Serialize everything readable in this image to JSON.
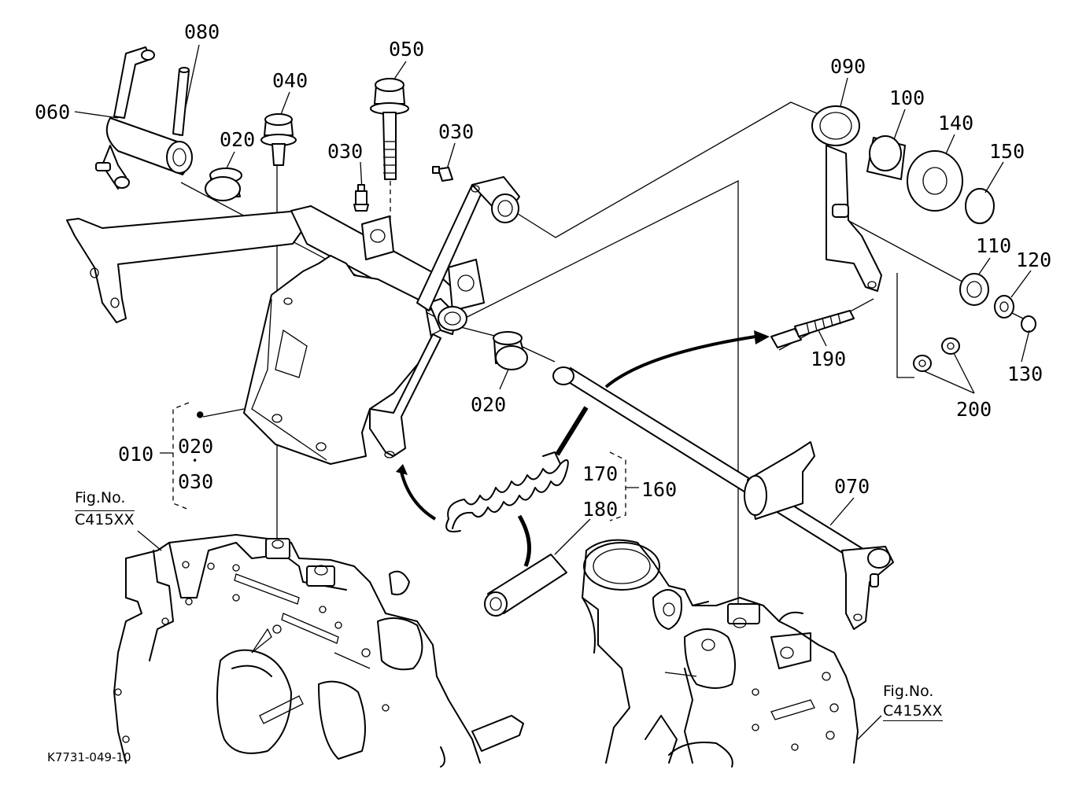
{
  "diagram": {
    "drawing_code": "K7731-049-10",
    "fig_references": [
      {
        "line1": "Fig.No.",
        "line2": "C415XX"
      },
      {
        "line1": "Fig.No.",
        "line2": "C415XX"
      }
    ],
    "callouts": {
      "p010": "010",
      "p020a": "020",
      "p020b": "020",
      "p020c": "020",
      "p030a": "030",
      "p030b": "030",
      "p030c": "030",
      "p040": "040",
      "p050": "050",
      "p060": "060",
      "p070": "070",
      "p080": "080",
      "p090": "090",
      "p100": "100",
      "p110": "110",
      "p120": "120",
      "p130": "130",
      "p140": "140",
      "p150": "150",
      "p160": "160",
      "p170": "170",
      "p180": "180",
      "p190": "190",
      "p200": "200"
    },
    "set_dot": "•"
  }
}
